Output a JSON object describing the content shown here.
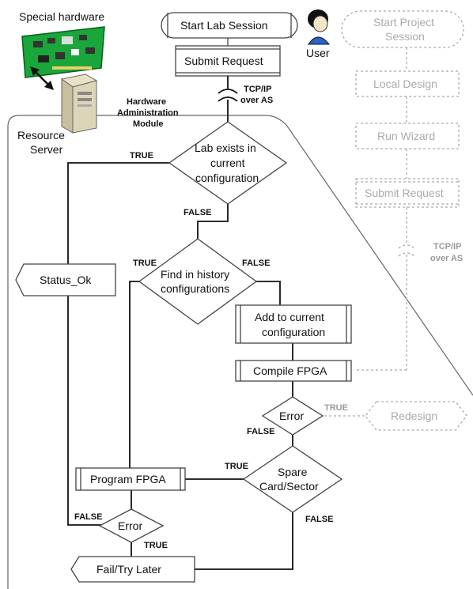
{
  "hardware": {
    "special_hardware": "Special hardware",
    "resource_server_1": "Resource",
    "resource_server_2": "Server"
  },
  "user_label": "User",
  "hardware_admin": [
    "Hardware",
    "Administration",
    "Module"
  ],
  "lab_path": {
    "start": "Start Lab Session",
    "submit": "Submit Request",
    "tcpip_1": "TCP/IP",
    "tcpip_2": "over AS"
  },
  "project_path": {
    "start_1": "Start Project",
    "start_2": "Session",
    "local_design": "Local Design",
    "run_wizard": "Run Wizard",
    "submit": "Submit Request",
    "tcpip_1": "TCP/IP",
    "tcpip_2": "over AS"
  },
  "decisions": {
    "lab_exists": [
      "Lab exists in",
      "current",
      "configuration"
    ],
    "find_history": [
      "Find in history",
      "configurations"
    ],
    "error_compile": "Error",
    "spare": [
      "Spare",
      "Card/Sector"
    ],
    "error_program": "Error"
  },
  "processes": {
    "add_config": [
      "Add to current",
      "configuration"
    ],
    "compile": "Compile FPGA",
    "program": "Program FPGA",
    "redesign": "Redesign"
  },
  "outputs": {
    "status_ok": "Status_Ok",
    "fail": "Fail/Try Later"
  },
  "edge_labels": {
    "true": "TRUE",
    "false": "FALSE"
  }
}
